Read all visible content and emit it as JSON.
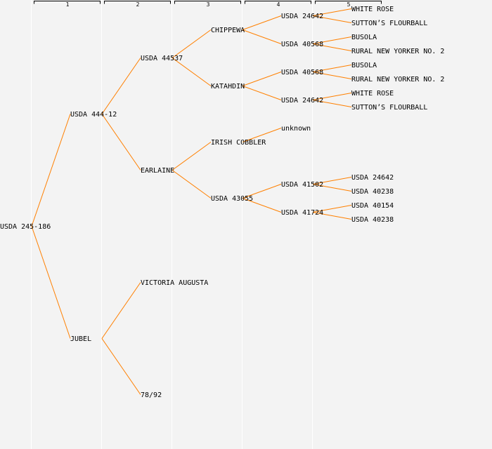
{
  "generations": [
    "1",
    "2",
    "3",
    "4",
    "5"
  ],
  "colors": {
    "line": "#ff8000",
    "highlight": "#0000ff",
    "text": "#000000",
    "separator": "#ffffff",
    "background": "#f3f3f3"
  },
  "tree": {
    "name": "USDA 245-186",
    "children": [
      {
        "name": "USDA 444-12",
        "highlight": true,
        "children": [
          {
            "name": "USDA 44537",
            "children": [
              {
                "name": "CHIPPEWA",
                "children": [
                  {
                    "name": "USDA 24642",
                    "children": [
                      {
                        "name": "WHITE ROSE"
                      },
                      {
                        "name": "SUTTON’S FLOURBALL"
                      }
                    ]
                  },
                  {
                    "name": "USDA 40568",
                    "children": [
                      {
                        "name": "BUSOLA"
                      },
                      {
                        "name": "RURAL NEW YORKER NO. 2"
                      }
                    ]
                  }
                ]
              },
              {
                "name": "KATAHDIN",
                "children": [
                  {
                    "name": "USDA 40568",
                    "children": [
                      {
                        "name": "BUSOLA"
                      },
                      {
                        "name": "RURAL NEW YORKER NO. 2"
                      }
                    ]
                  },
                  {
                    "name": "USDA 24642",
                    "children": [
                      {
                        "name": "WHITE ROSE"
                      },
                      {
                        "name": "SUTTON’S FLOURBALL"
                      }
                    ]
                  }
                ]
              }
            ]
          },
          {
            "name": "EARLAINE",
            "children": [
              {
                "name": "IRISH COBBLER",
                "highlight": true,
                "children": [
                  {
                    "name": "unknown"
                  },
                  null
                ]
              },
              {
                "name": "USDA 43055",
                "children": [
                  {
                    "name": "USDA 41502",
                    "children": [
                      {
                        "name": "USDA 24642"
                      },
                      {
                        "name": "USDA 40238"
                      }
                    ]
                  },
                  {
                    "name": "USDA 41724",
                    "children": [
                      {
                        "name": "USDA 40154"
                      },
                      {
                        "name": "USDA 40238"
                      }
                    ]
                  }
                ]
              }
            ]
          }
        ]
      },
      {
        "name": "JUBEL",
        "children": [
          {
            "name": "VICTORIA AUGUSTA"
          },
          {
            "name": "78/92"
          }
        ]
      }
    ]
  }
}
